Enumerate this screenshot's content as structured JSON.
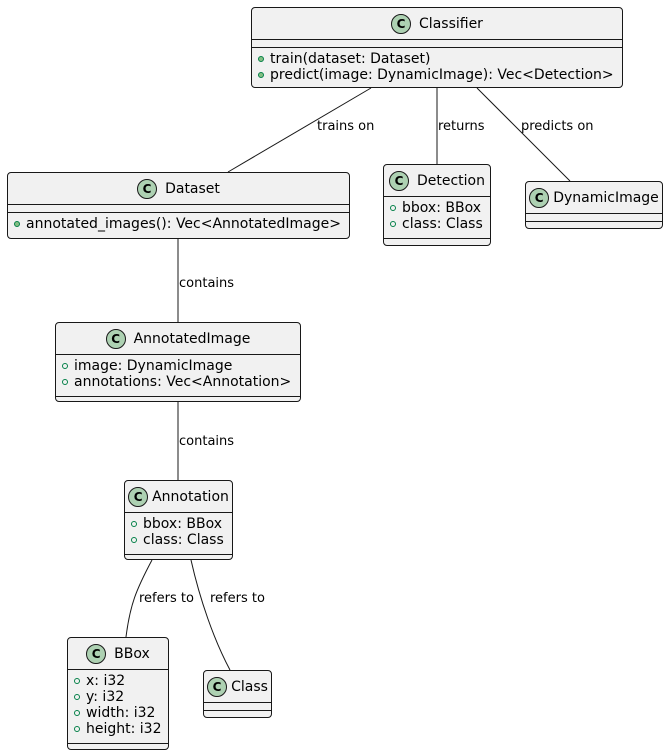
{
  "classes": {
    "classifier": {
      "name": "Classifier",
      "fields": [],
      "methods": [
        "train(dataset: Dataset)",
        "predict(image: DynamicImage): Vec<Detection>"
      ]
    },
    "dataset": {
      "name": "Dataset",
      "fields": [],
      "methods": [
        "annotated_images(): Vec<AnnotatedImage>"
      ]
    },
    "detection": {
      "name": "Detection",
      "fields": [
        "bbox: BBox",
        "class: Class"
      ],
      "methods": []
    },
    "dynamic_image": {
      "name": "DynamicImage",
      "fields": [],
      "methods": []
    },
    "annotated_image": {
      "name": "AnnotatedImage",
      "fields": [
        "image: DynamicImage",
        "annotations: Vec<Annotation>"
      ],
      "methods": []
    },
    "annotation": {
      "name": "Annotation",
      "fields": [
        "bbox: BBox",
        "class: Class"
      ],
      "methods": []
    },
    "bbox": {
      "name": "BBox",
      "fields": [
        "x: i32",
        "y: i32",
        "width: i32",
        "height: i32"
      ],
      "methods": []
    },
    "class": {
      "name": "Class",
      "fields": [],
      "methods": []
    }
  },
  "relations": {
    "trains_on": "trains on",
    "returns": "returns",
    "predicts_on": "predicts on",
    "contains_images": "contains",
    "contains_annotations": "contains",
    "refers_to_bbox": "refers to",
    "refers_to_class": "refers to"
  },
  "icon": {
    "class_letter": "C",
    "class_icon_color": "#add1b2",
    "public_marker_color": "#84be84"
  }
}
